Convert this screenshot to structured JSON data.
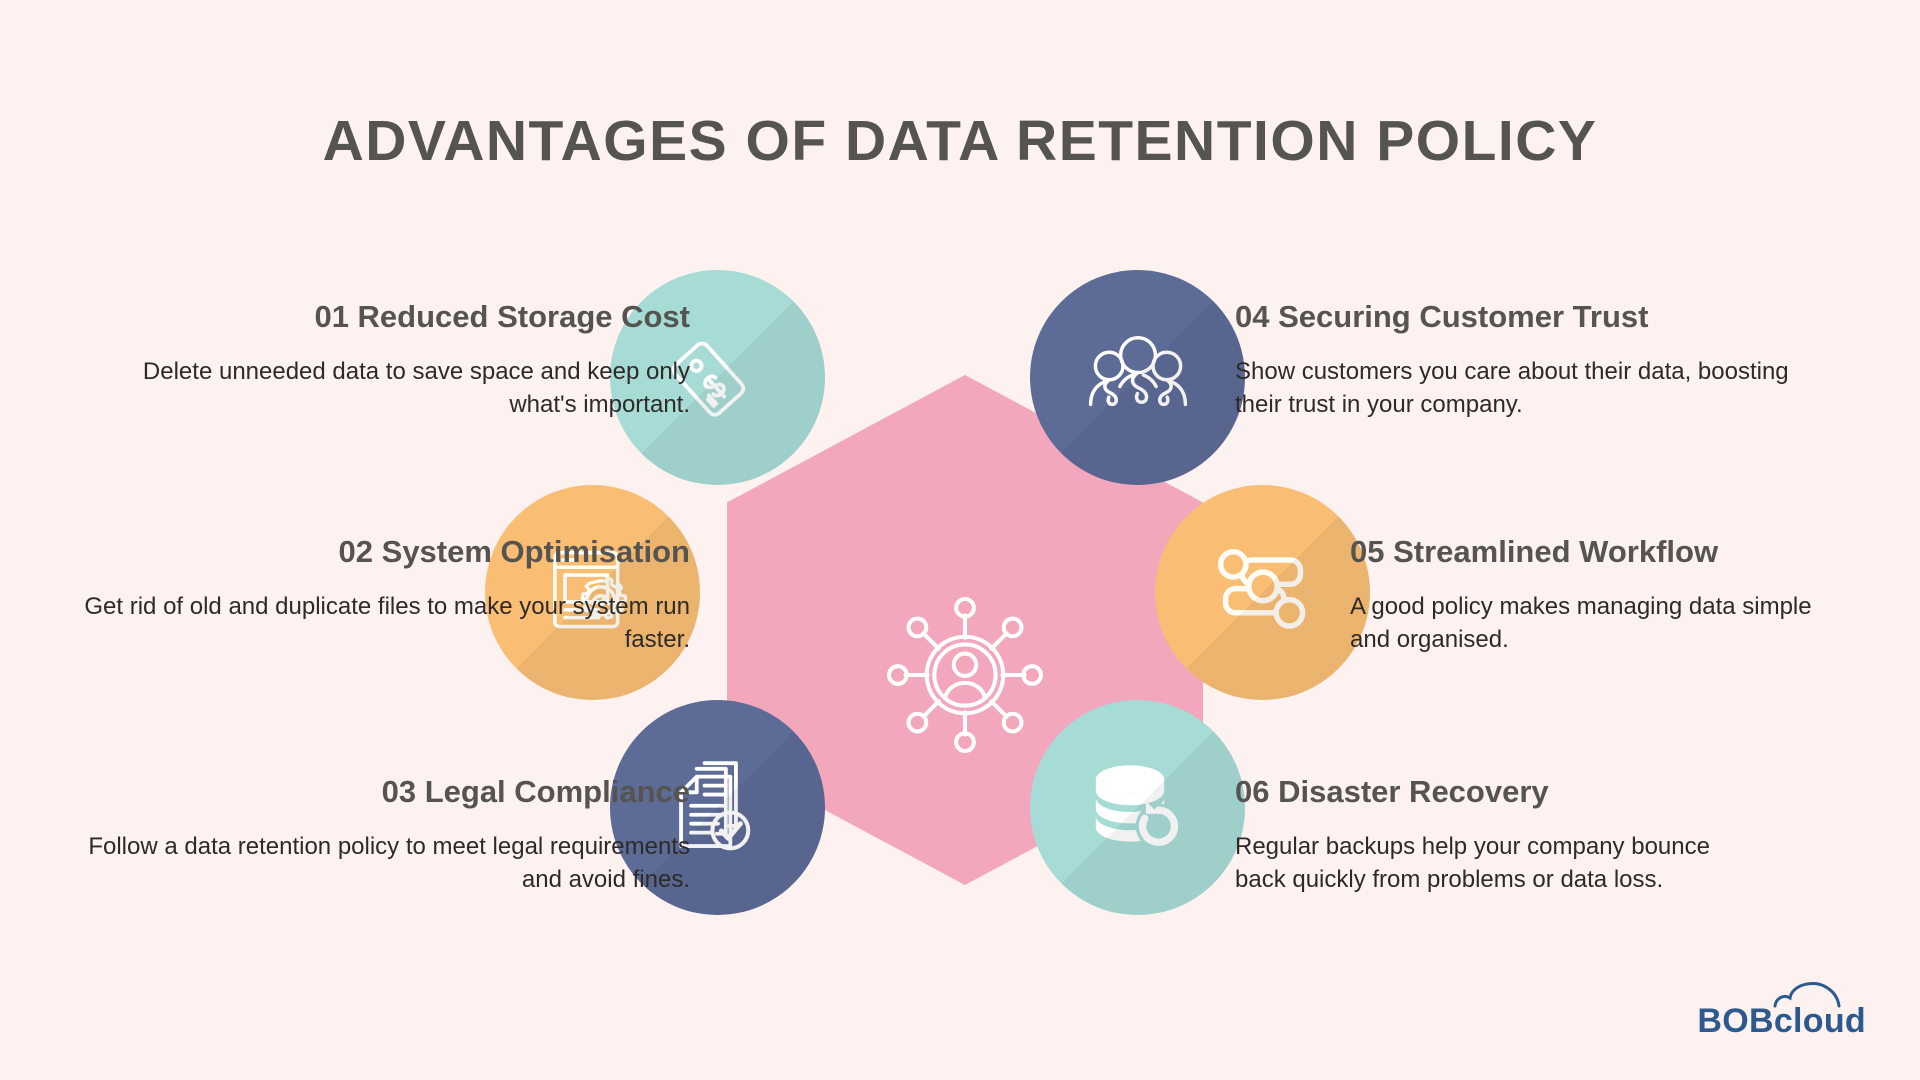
{
  "title": "ADVANTAGES OF DATA RETENTION POLICY",
  "colors": {
    "background": "#FDF2EF",
    "hexagon": "#F2A7BC",
    "teal": "#A7DBD6",
    "navy": "#5D6B97",
    "orange": "#F9BE74",
    "title_text": "#565450",
    "body_text": "#2D2A28",
    "logo": "#2C5A8E"
  },
  "items": [
    {
      "number": "01",
      "heading": "01 Reduced Storage Cost",
      "body": "Delete unneeded data to save space and keep only what's important.",
      "icon": "price-tag-dollar-icon",
      "circle_color": "#A7DBD6"
    },
    {
      "number": "02",
      "heading": "02 System Optimisation",
      "body": "Get rid of old and duplicate files to make your system run faster.",
      "icon": "browser-gear-speedometer-icon",
      "circle_color": "#F9BE74"
    },
    {
      "number": "03",
      "heading": "03 Legal Compliance",
      "body": "Follow a data retention policy to meet legal requirements and avoid fines.",
      "icon": "documents-check-icon",
      "circle_color": "#5D6B97"
    },
    {
      "number": "04",
      "heading": "04 Securing Customer Trust",
      "body": "Show customers you care about their data, boosting their trust in your company.",
      "icon": "people-group-icon",
      "circle_color": "#5D6B97"
    },
    {
      "number": "05",
      "heading": "05 Streamlined Workflow",
      "body": "A good policy makes managing data simple and organised.",
      "icon": "workflow-nodes-icon",
      "circle_color": "#F9BE74"
    },
    {
      "number": "06",
      "heading": "06 Disaster Recovery",
      "body": "Regular backups help your company bounce back quickly from problems or data loss.",
      "icon": "database-restore-icon",
      "circle_color": "#A7DBD6"
    }
  ],
  "center": {
    "icon": "user-network-icon"
  },
  "logo": {
    "bob": "BOB",
    "cloud": "cloud",
    "icon": "cloud-arc-icon"
  }
}
